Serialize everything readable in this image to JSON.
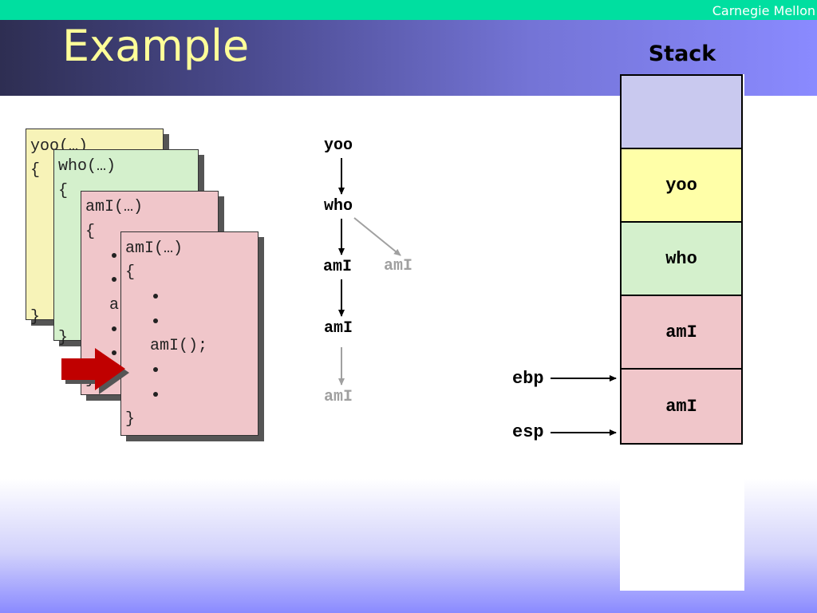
{
  "header": {
    "brand": "Carnegie Mellon",
    "title": "Example"
  },
  "code_cards": [
    {
      "name": "yoo",
      "signature": "yoo(…)",
      "open_brace": "{",
      "close_brace": "}"
    },
    {
      "name": "who",
      "signature": "who(…)",
      "open_brace": "{",
      "close_brace": "}"
    },
    {
      "name": "amI",
      "signature": "amI(…)",
      "open_brace": "{",
      "partial_char": "a",
      "close_brace": "}"
    },
    {
      "name": "amI",
      "signature": "amI(…)",
      "open_brace": "{",
      "call_line": "amI();",
      "close_brace": "}"
    }
  ],
  "call_tree": {
    "nodes": [
      "yoo",
      "who",
      "amI",
      "amI",
      "amI",
      "amI"
    ],
    "active_color": "#000000",
    "inactive_color": "#a0a0a0"
  },
  "stack": {
    "title": "Stack",
    "frames": [
      {
        "label": "",
        "color": "#c9c9ef"
      },
      {
        "label": "yoo",
        "color": "#ffffa8"
      },
      {
        "label": "who",
        "color": "#d4f0cc"
      },
      {
        "label": "amI",
        "color": "#f0c6ca"
      },
      {
        "label": "amI",
        "color": "#f0c6ca"
      }
    ],
    "registers": [
      "ebp",
      "esp"
    ]
  },
  "colors": {
    "top_strip": "#00dfa0",
    "title_text": "#ffff99",
    "arrow_red": "#c00000"
  }
}
